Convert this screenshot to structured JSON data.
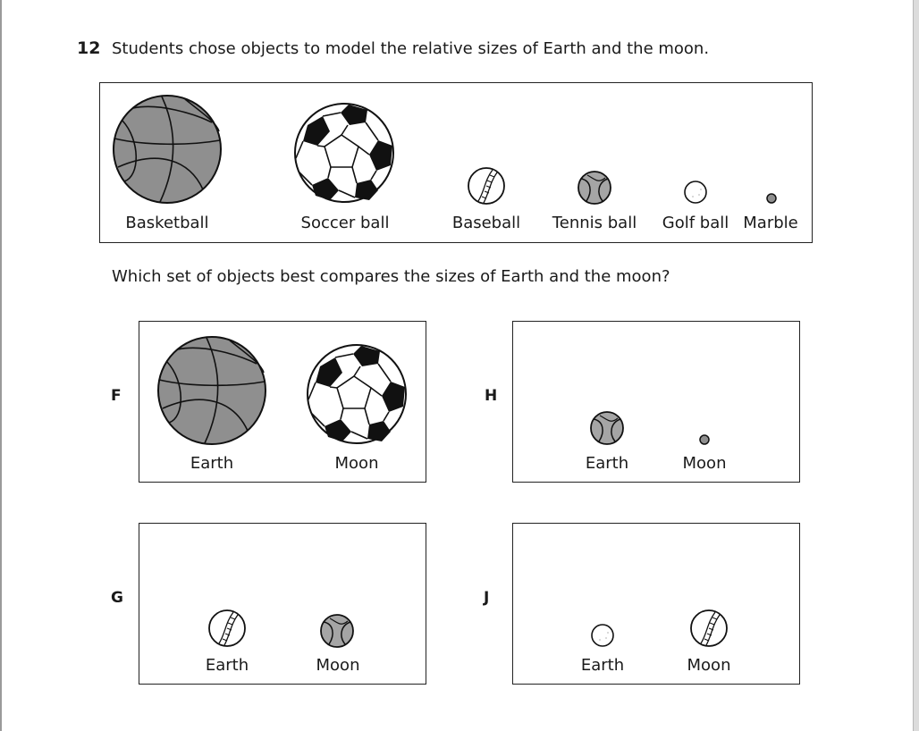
{
  "question": {
    "number": "12",
    "text": "Students chose objects to model the relative sizes of Earth and the moon.",
    "prompt": "Which set of objects best compares the sizes of Earth and the moon?"
  },
  "objects_panel": {
    "items": [
      {
        "label": "Basketball",
        "icon": "basketball-icon"
      },
      {
        "label": "Soccer ball",
        "icon": "soccer-ball-icon"
      },
      {
        "label": "Baseball",
        "icon": "baseball-icon"
      },
      {
        "label": "Tennis ball",
        "icon": "tennis-ball-icon"
      },
      {
        "label": "Golf ball",
        "icon": "golf-ball-icon"
      },
      {
        "label": "Marble",
        "icon": "marble-icon"
      }
    ]
  },
  "options": [
    {
      "letter": "F",
      "earth_label": "Earth",
      "moon_label": "Moon",
      "earth_icon": "basketball-icon",
      "moon_icon": "soccer-ball-icon"
    },
    {
      "letter": "H",
      "earth_label": "Earth",
      "moon_label": "Moon",
      "earth_icon": "tennis-ball-icon",
      "moon_icon": "marble-icon"
    },
    {
      "letter": "G",
      "earth_label": "Earth",
      "moon_label": "Moon",
      "earth_icon": "baseball-icon",
      "moon_icon": "tennis-ball-icon"
    },
    {
      "letter": "J",
      "earth_label": "Earth",
      "moon_label": "Moon",
      "earth_icon": "golf-ball-icon",
      "moon_icon": "baseball-icon"
    }
  ]
}
